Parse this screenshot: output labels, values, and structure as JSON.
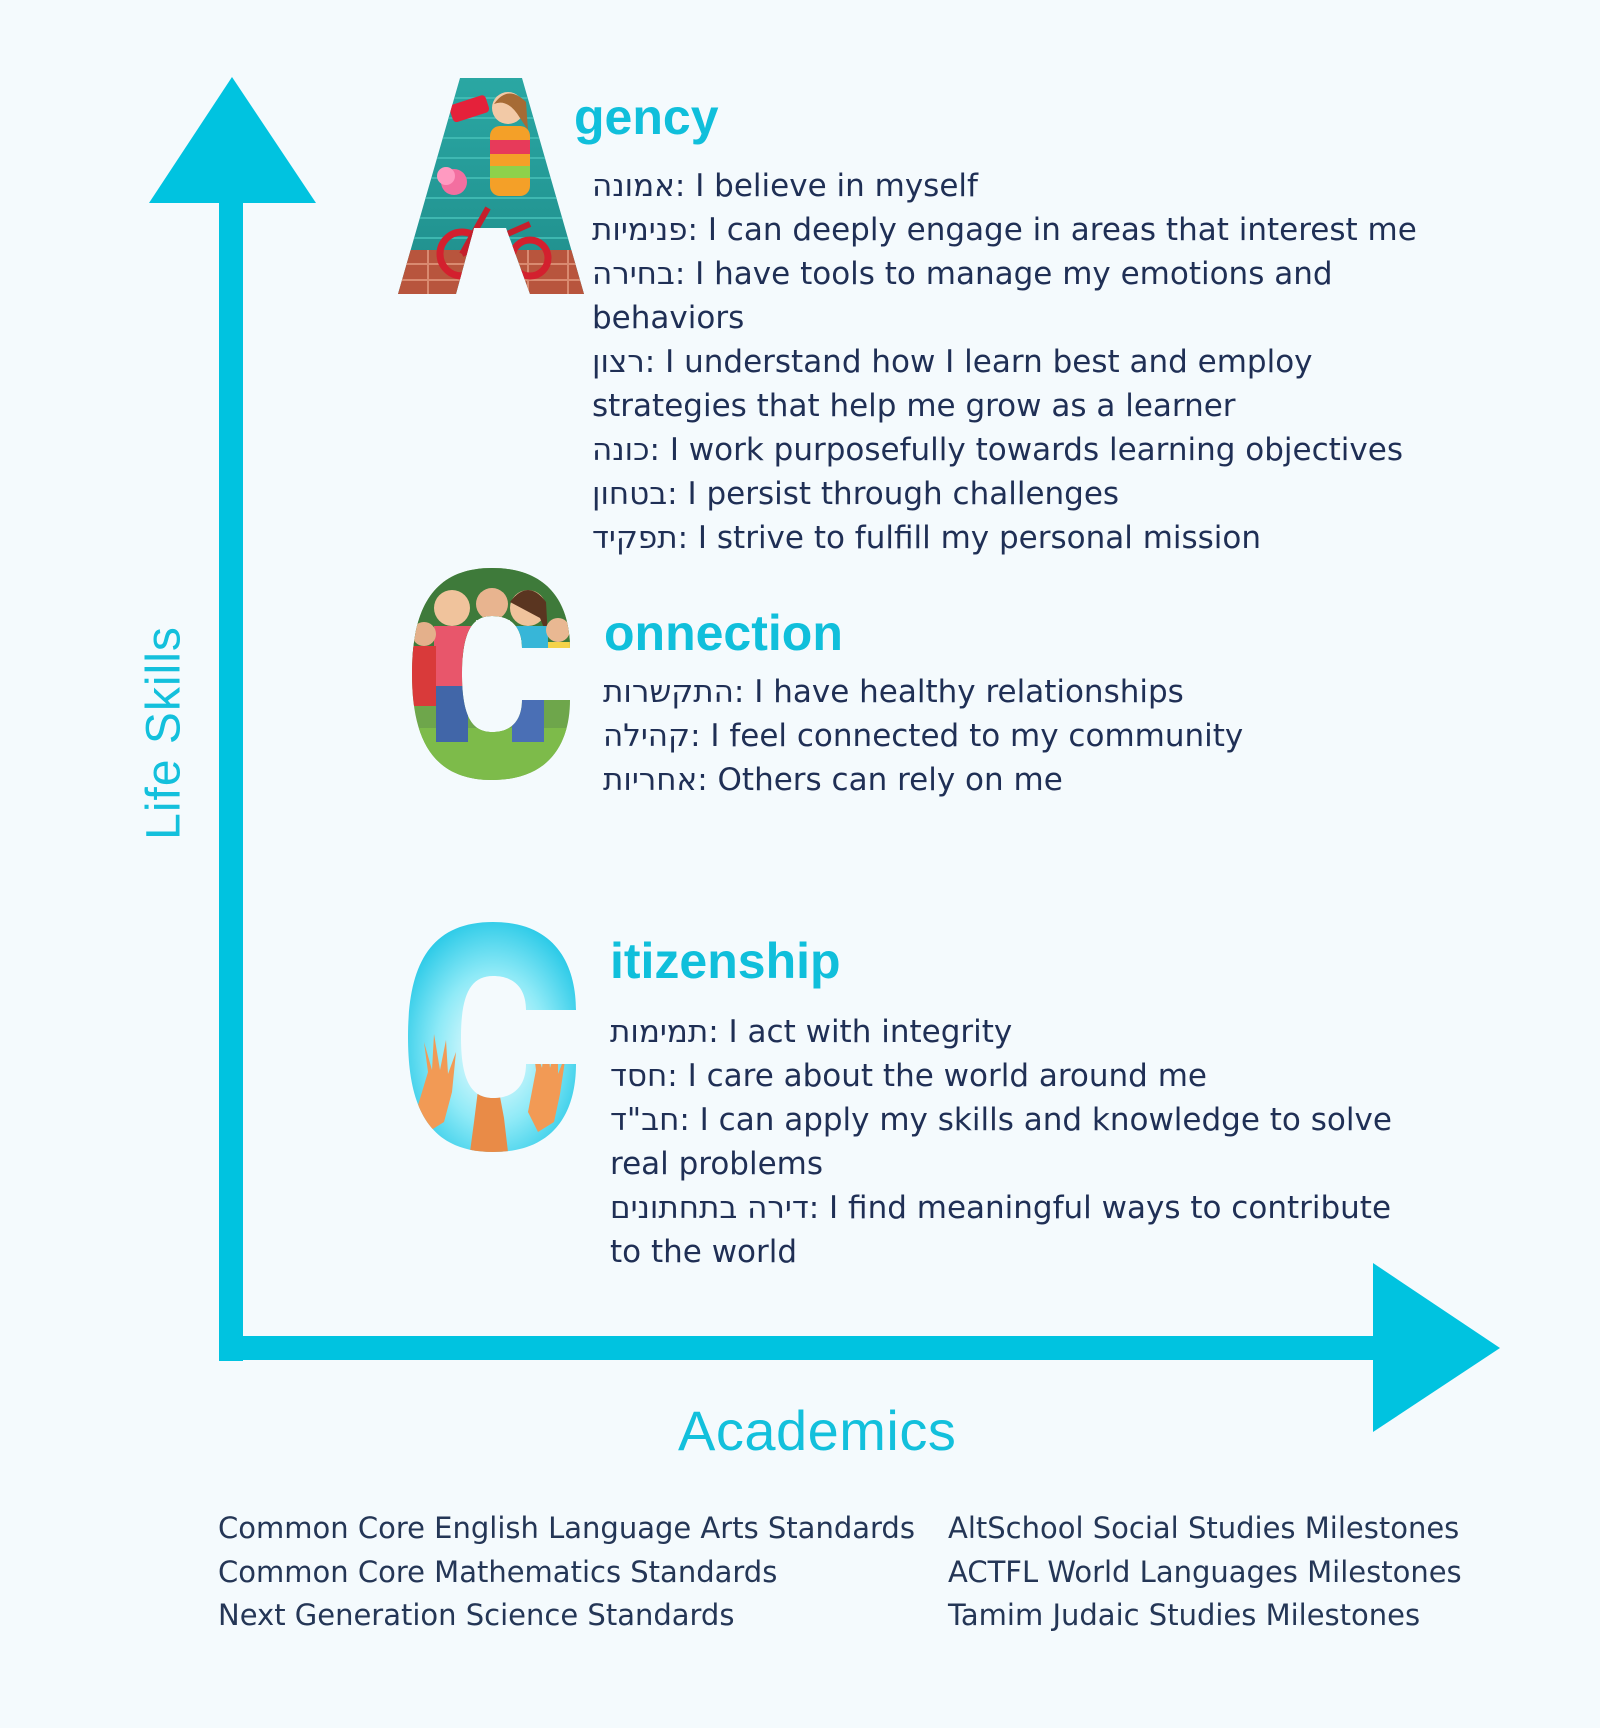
{
  "axes": {
    "y_label": "Life Skills",
    "x_label": "Academics",
    "color": "#00c3e0"
  },
  "sections": {
    "agency": {
      "letter": "A",
      "title": "gency",
      "items": [
        {
          "heb": "אמונה",
          "text": ": I believe in myself"
        },
        {
          "heb": "פנימיות",
          "text": ": I can deeply engage in areas that interest me"
        },
        {
          "heb": "בחירה",
          "text": ": I have tools to manage my emotions and behaviors"
        },
        {
          "heb": "רצון",
          "text": ": I understand how I learn best and employ strategies that help me grow as a learner"
        },
        {
          "heb": "כונה",
          "text": ": I work purposefully towards learning objectives"
        },
        {
          "heb": "בטחון",
          "text": ": I persist through challenges"
        },
        {
          "heb": "תפקיד",
          "text": ": I strive to fulfill my personal mission"
        }
      ]
    },
    "connection": {
      "letter": "C",
      "title": "onnection",
      "items": [
        {
          "heb": "התקשרות",
          "text": ": I have healthy relationships"
        },
        {
          "heb": "קהילה",
          "text": ": I feel connected to my community"
        },
        {
          "heb": "אחריות",
          "text": ": Others can rely on me"
        }
      ]
    },
    "citizenship": {
      "letter": "C",
      "title": "itizenship",
      "items": [
        {
          "heb": "תמימות",
          "text": ": I act with integrity"
        },
        {
          "heb": "חסד",
          "text": ": I care about the world around me"
        },
        {
          "heb": "חב\"ד",
          "text": ": I can apply my skills and knowledge to solve real problems"
        },
        {
          "heb": "דירה בתחתונים",
          "text": ": I find meaningful ways to contribute to the world"
        }
      ]
    }
  },
  "standards": {
    "left": [
      "Common Core English Language Arts Standards",
      "Common Core Mathematics Standards",
      "Next Generation Science Standards"
    ],
    "right": [
      "AltSchool Social Studies Milestones",
      "ACTFL World Languages Milestones",
      "Tamim Judaic Studies Milestones"
    ]
  }
}
